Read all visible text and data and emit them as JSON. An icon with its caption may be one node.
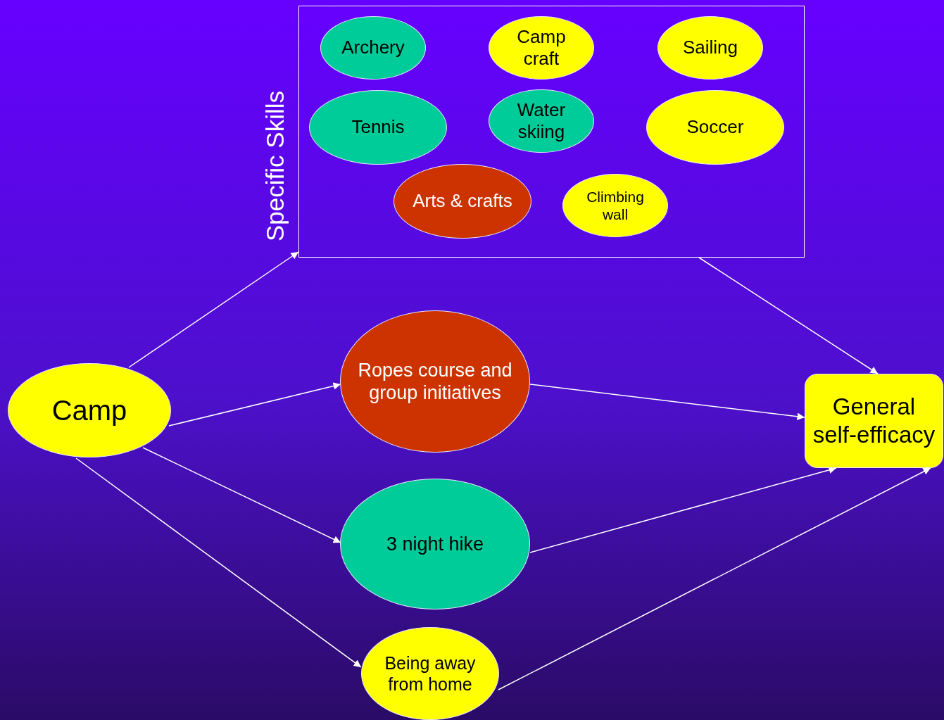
{
  "diagram": {
    "nodes": [
      {
        "text": [
          "Specific Skills"
        ]
      },
      {
        "text": [
          "Archery"
        ],
        "in": 0
      },
      {
        "text": [
          "Camp craft"
        ],
        "in": 0
      },
      {
        "text": [
          "Sailing"
        ],
        "in": 0
      },
      {
        "text": [
          "Tennis"
        ],
        "in": 0
      },
      {
        "text": [
          "Water skiing"
        ],
        "in": 0
      },
      {
        "text": [
          "Soccer"
        ],
        "in": 0
      },
      {
        "text": [
          "Arts & crafts"
        ],
        "in": 0
      },
      {
        "text": [
          "Climbing wall"
        ],
        "in": 0
      },
      {
        "text": [
          "Camp"
        ]
      },
      {
        "text": [
          "Ropes course and group initiatives"
        ]
      },
      {
        "text": [
          "3 night hike"
        ]
      },
      {
        "text": [
          "Being away from home"
        ]
      },
      {
        "text": [
          "General self-efficacy"
        ]
      }
    ],
    "edges": [
      {
        "from": 9,
        "to": 0,
        "arrow": "to"
      },
      {
        "from": 9,
        "to": 10,
        "arrow": "to"
      },
      {
        "from": 9,
        "to": 11,
        "arrow": "to"
      },
      {
        "from": 9,
        "to": 12,
        "arrow": "to"
      },
      {
        "from": 0,
        "to": 13,
        "arrow": "to"
      },
      {
        "from": 10,
        "to": 13,
        "arrow": "to"
      },
      {
        "from": 11,
        "to": 13,
        "arrow": "to"
      },
      {
        "from": 12,
        "to": 13,
        "arrow": "to"
      }
    ]
  }
}
